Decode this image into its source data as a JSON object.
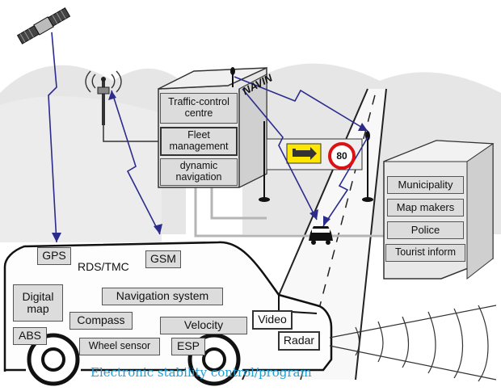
{
  "center": {
    "traffic_control": "Traffic-control centre",
    "fleet": "Fleet management",
    "dynamic_nav": "dynamic navigation",
    "sign_text": "NAVIN"
  },
  "sign": {
    "speed_limit": "80"
  },
  "services": [
    "Municipality",
    "Map makers",
    "Police",
    "Tourist inform"
  ],
  "vehicle": {
    "gps": "GPS",
    "rds": "RDS/TMC",
    "gsm": "GSM",
    "digital_map": "Digital map",
    "navigation": "Navigation system",
    "compass": "Compass",
    "velocity": "Velocity",
    "abs": "ABS",
    "wheel_sensor": "Wheel sensor",
    "esp": "ESP",
    "video": "Video",
    "radar": "Radar"
  },
  "caption": "Electronic stability control/program",
  "colors": {
    "link": "#2b2b8c",
    "caption": "#1ea0d6",
    "box": "#dcdcdc"
  }
}
